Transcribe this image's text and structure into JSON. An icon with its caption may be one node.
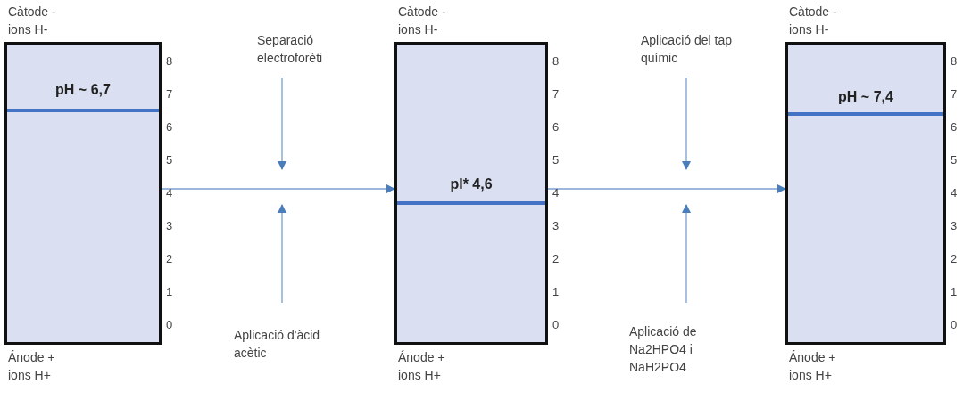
{
  "diagram": {
    "nodes": [
      {
        "text": [
          "pH ~ 6,7"
        ],
        "beside": [
          "Càtode - ions H-",
          "Ánode + ions H+"
        ]
      },
      {
        "text": [
          "pl* 4,6"
        ],
        "beside": [
          "Càtode - ions H-",
          "Ánode + ions H+"
        ]
      },
      {
        "text": [
          "pH ~ 7,4"
        ],
        "beside": [
          "Càtode - ions H-",
          "Ánode + ions H+"
        ]
      },
      {
        "text": [
          "Separació electroforèti"
        ]
      },
      {
        "text": [
          "Aplicació d'àcid acètic"
        ]
      },
      {
        "text": [
          "Aplicació del tap químic"
        ]
      },
      {
        "text": [
          "Aplicació de Na2HPO4 i NaH2PO4"
        ]
      }
    ],
    "edges": [
      {
        "from": 0,
        "to": 1,
        "arrow": "to"
      },
      {
        "from": 1,
        "to": 2,
        "arrow": "to"
      },
      {
        "from": 3,
        "to": null,
        "arrow": "to"
      },
      {
        "from": 4,
        "to": null,
        "arrow": "to"
      },
      {
        "from": 5,
        "to": null,
        "arrow": "to"
      },
      {
        "from": 6,
        "to": null,
        "arrow": "to"
      }
    ],
    "labels": [
      "8",
      "7",
      "6",
      "5",
      "4",
      "3",
      "2",
      "1",
      "0",
      "8",
      "7",
      "6",
      "5",
      "4",
      "3",
      "2",
      "1",
      "0",
      "8",
      "7",
      "6",
      "5",
      "4",
      "3",
      "2",
      "1",
      "0"
    ]
  }
}
